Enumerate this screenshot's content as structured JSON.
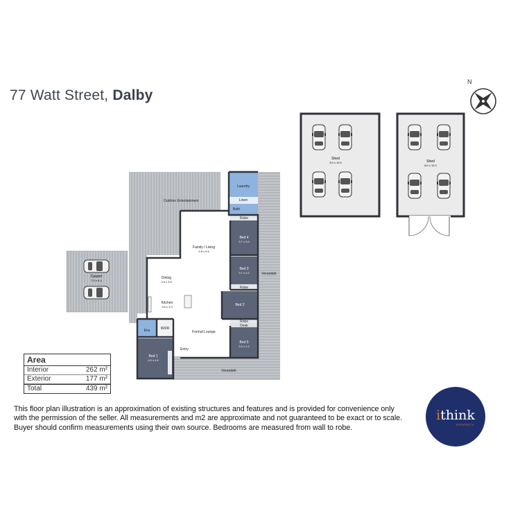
{
  "listing": {
    "address": "77 Watt Street,",
    "suburb": "Dalby"
  },
  "compass": {
    "label": "N"
  },
  "rooms": {
    "shed1": {
      "name": "Shed",
      "dims": "9.0 x 12.0"
    },
    "shed2": {
      "name": "Shed",
      "dims": "8.0 x 12.0"
    },
    "carport": {
      "name": "Carport",
      "dims": "7.0 x 6.4"
    },
    "outdoor": {
      "name": "Outdoor Entertainment"
    },
    "laundry": {
      "name": "Laundry"
    },
    "linen": {
      "name": "Linen"
    },
    "bath": {
      "name": "Bath"
    },
    "robe1": {
      "name": "Robe"
    },
    "bed4": {
      "name": "Bed 4",
      "dims": "3.7 x 3.0"
    },
    "family": {
      "name": "Family / Living",
      "dims": "4.8 x 9.6"
    },
    "bed3": {
      "name": "Bed 3",
      "dims": "3.7 x 4.2"
    },
    "verandah_right": {
      "name": "Verandah"
    },
    "robe2": {
      "name": "Robe"
    },
    "dining": {
      "name": "Dining",
      "dims": "3.9 x 3.6"
    },
    "bed2": {
      "name": "Bed 2"
    },
    "kitchen": {
      "name": "Kitchen",
      "dims": "3.8 x 3.0"
    },
    "robe3": {
      "name": "Robe"
    },
    "desk": {
      "name": "Desk"
    },
    "ens": {
      "name": "Ens"
    },
    "wir": {
      "name": "W/I/R"
    },
    "formal": {
      "name": "Formal Lounge"
    },
    "bed5": {
      "name": "Bed 5",
      "dims": "3.3 x 4.2"
    },
    "entry": {
      "name": "Entry"
    },
    "bed1": {
      "name": "Bed 1",
      "dims": "4.0 x 4.6"
    },
    "verandah_bottom": {
      "name": "Verandah"
    }
  },
  "area": {
    "heading": "Area",
    "rows": [
      {
        "label": "Interior",
        "value": "262 m²"
      },
      {
        "label": "Exterior",
        "value": "177 m²"
      },
      {
        "label": "Total",
        "value": "439 m²"
      }
    ]
  },
  "disclaimer": "This floor plan illustration is an approximation of existing structures and features and is provided for convenience only with the permission of the seller. All measurements and m2 are approximate and not guaranteed to be exact or to scale. Buyer should confirm measurements using their own source. Bedrooms are measured from wall to robe.",
  "logo": {
    "brand_i": "i",
    "brand_rest": "think",
    "sub": "PROPERTY"
  },
  "colors": {
    "deck": "#b9bcc0",
    "bedroom": "#5c6478",
    "wet": "#8fb3df",
    "wall": "#2f3238",
    "shed_fill": "#ececec",
    "logo_bg": "#1f2f6b",
    "logo_accent": "#e8742a"
  }
}
